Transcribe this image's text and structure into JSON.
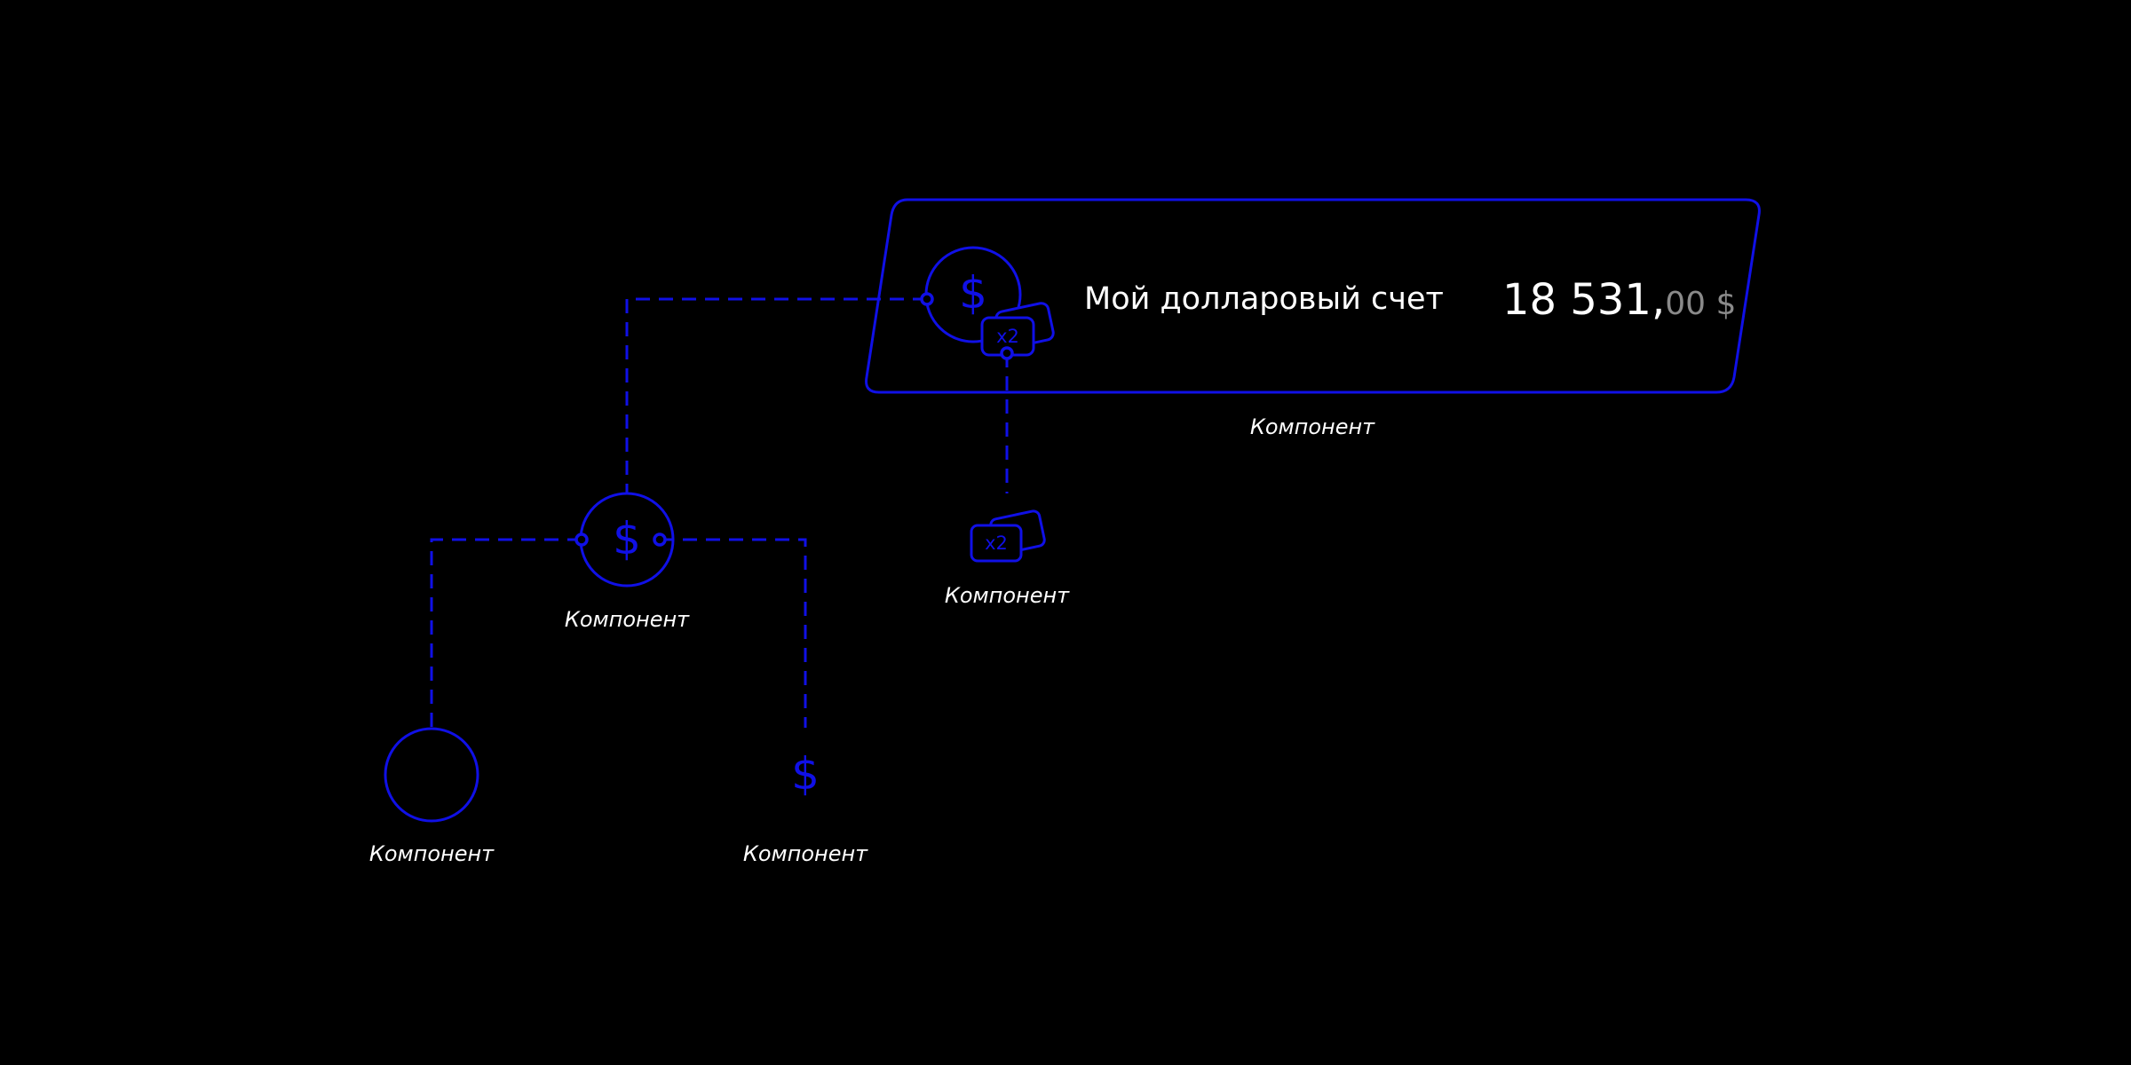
{
  "colors": {
    "background": "#000000",
    "accent": "#1010e6",
    "text": "#ffffff",
    "muted": "#8a8a8a"
  },
  "account_card": {
    "icon": "dollar-coin-icon",
    "badge": "x2",
    "name": "Мой долларовый счет",
    "amount_whole": "18 531,",
    "amount_cents": "00 $",
    "caption": "Компонент"
  },
  "coin_component": {
    "symbol": "$",
    "caption": "Компонент"
  },
  "badge_component": {
    "label": "x2",
    "caption": "Компонент"
  },
  "circle_component": {
    "caption": "Компонент"
  },
  "dollar_component": {
    "symbol": "$",
    "caption": "Компонент"
  },
  "card_icon_symbol": "$"
}
